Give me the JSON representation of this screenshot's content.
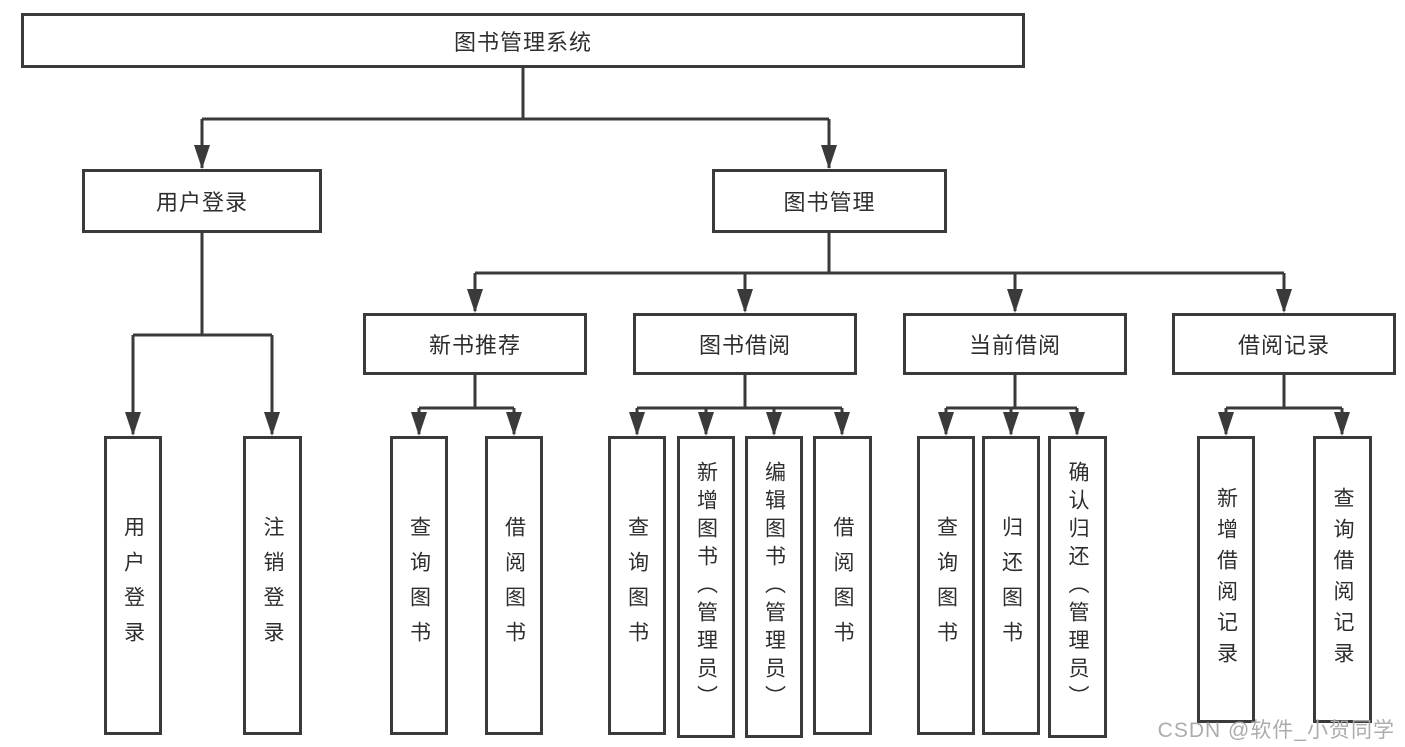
{
  "diagram": {
    "title_node": "图书管理系统",
    "colors": {
      "line": "#3a3a3a",
      "border": "#3a3a3a",
      "text": "#2e2e2e",
      "watermark": "#a8a8a8",
      "background": "#ffffff"
    }
  },
  "nodes": {
    "root": {
      "label": "图书管理系统"
    },
    "user_login": {
      "label": "用户登录"
    },
    "book_mgmt": {
      "label": "图书管理"
    },
    "new_book_rec": {
      "label": "新书推荐"
    },
    "book_borrow": {
      "label": "图书借阅"
    },
    "current_borrow": {
      "label": "当前借阅"
    },
    "borrow_records": {
      "label": "借阅记录"
    },
    "leaf_user_login": {
      "label": "用户登录"
    },
    "leaf_logout": {
      "label": "注销登录"
    },
    "leaf_rec_query_book": {
      "label": "查询图书"
    },
    "leaf_rec_borrow_book": {
      "label": "借阅图书"
    },
    "leaf_bb_query_book": {
      "label": "查询图书"
    },
    "leaf_bb_add_book": {
      "label": "新增图书（管理员）"
    },
    "leaf_bb_edit_book": {
      "label": "编辑图书（管理员）"
    },
    "leaf_bb_borrow_book": {
      "label": "借阅图书"
    },
    "leaf_cb_query_book": {
      "label": "查询图书"
    },
    "leaf_cb_return_book": {
      "label": "归还图书"
    },
    "leaf_cb_confirm_return": {
      "label": "确认归还（管理员）"
    },
    "leaf_br_add_record": {
      "label": "新增借阅记录"
    },
    "leaf_br_query_record": {
      "label": "查询借阅记录"
    }
  },
  "watermark": {
    "text": "CSDN @软件_小贺同学"
  }
}
